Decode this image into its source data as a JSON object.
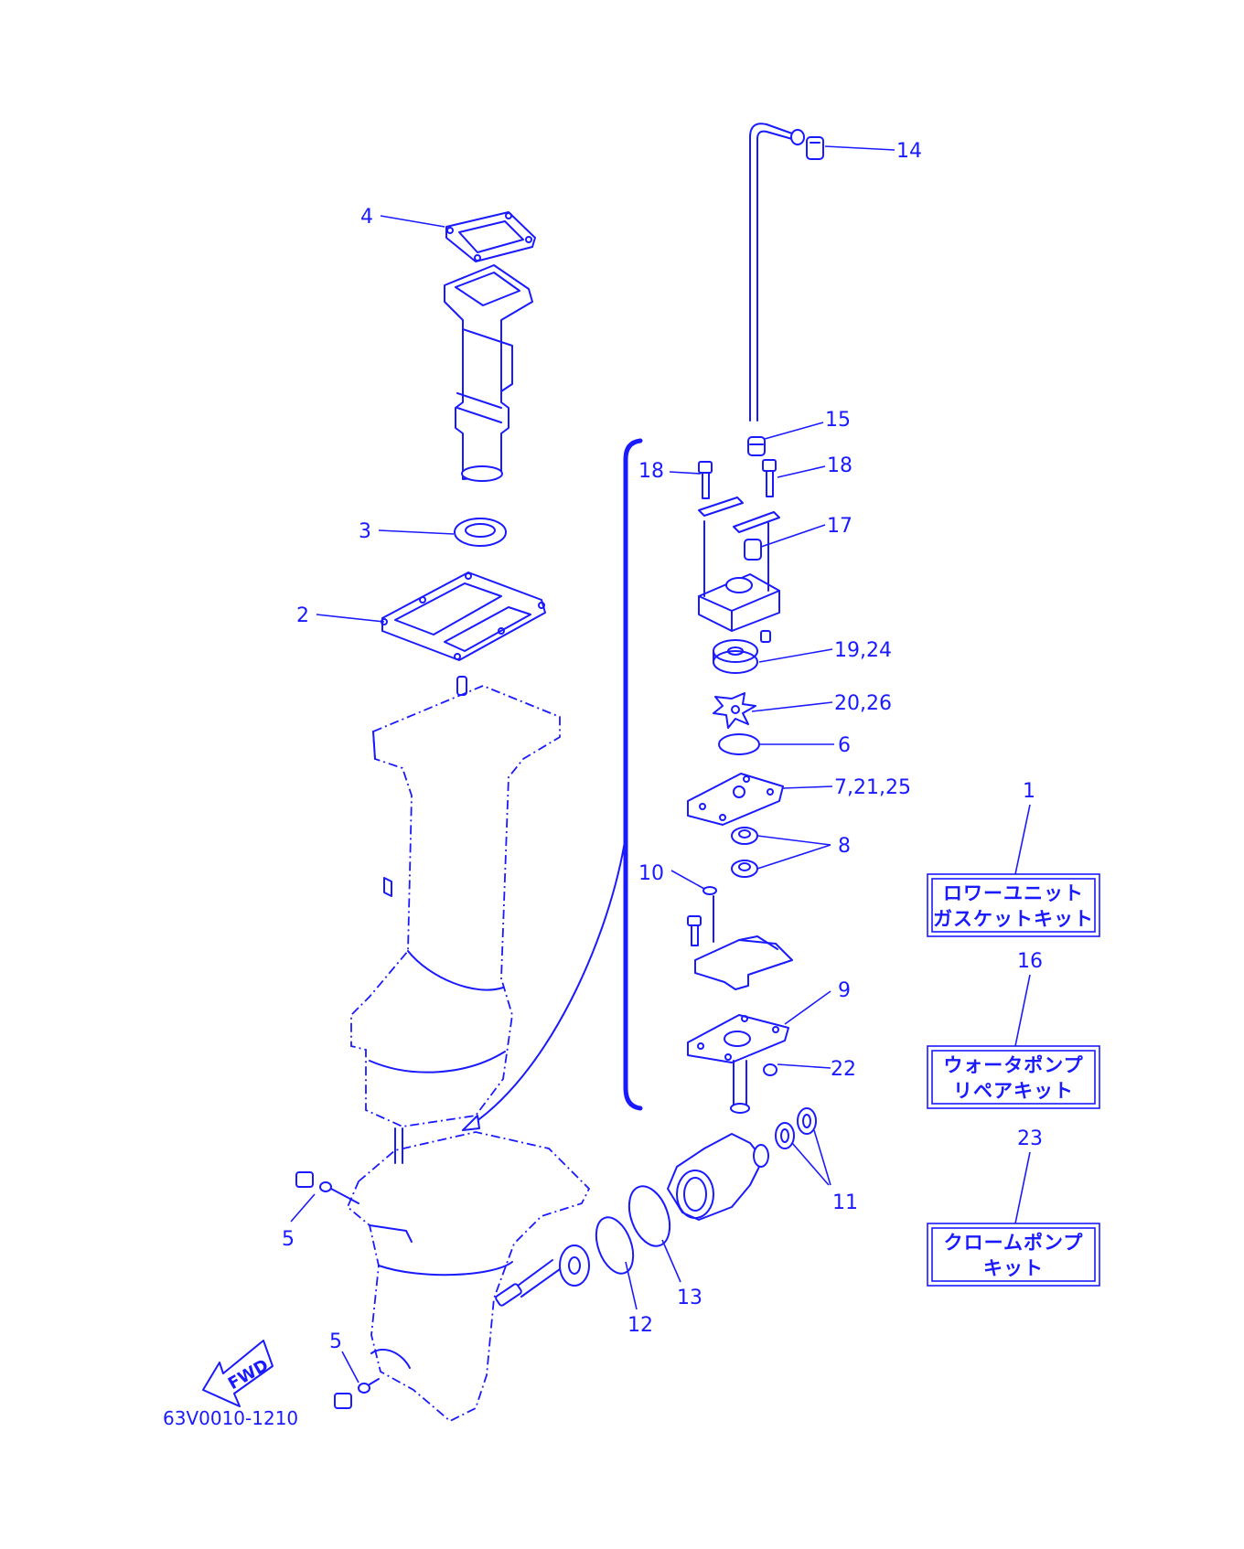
{
  "callouts": {
    "c14": "14",
    "c4": "4",
    "c15": "15",
    "c18a": "18",
    "c18b": "18",
    "c17": "17",
    "c3": "3",
    "c2": "2",
    "c19_24": "19,24",
    "c20_26": "20,26",
    "c6": "6",
    "c7_21_25": "7,21,25",
    "c8": "8",
    "c10": "10",
    "c9": "9",
    "c22": "22",
    "c11": "11",
    "c5a": "5",
    "c5b": "5",
    "c12": "12",
    "c13": "13"
  },
  "kits": {
    "kit1": {
      "number": "1",
      "line1": "ロワーユニット",
      "line2": "ガスケットキット"
    },
    "kit16": {
      "number": "16",
      "line1": "ウォータポンプ",
      "line2": "リペアキット"
    },
    "kit23": {
      "number": "23",
      "line1": "クロームポンプ",
      "line2": "キット"
    }
  },
  "fwd_label": "FWD",
  "drawing_code": "63V0010-1210",
  "colors": {
    "ink": "#1a1aff",
    "background": "#ffffff"
  }
}
